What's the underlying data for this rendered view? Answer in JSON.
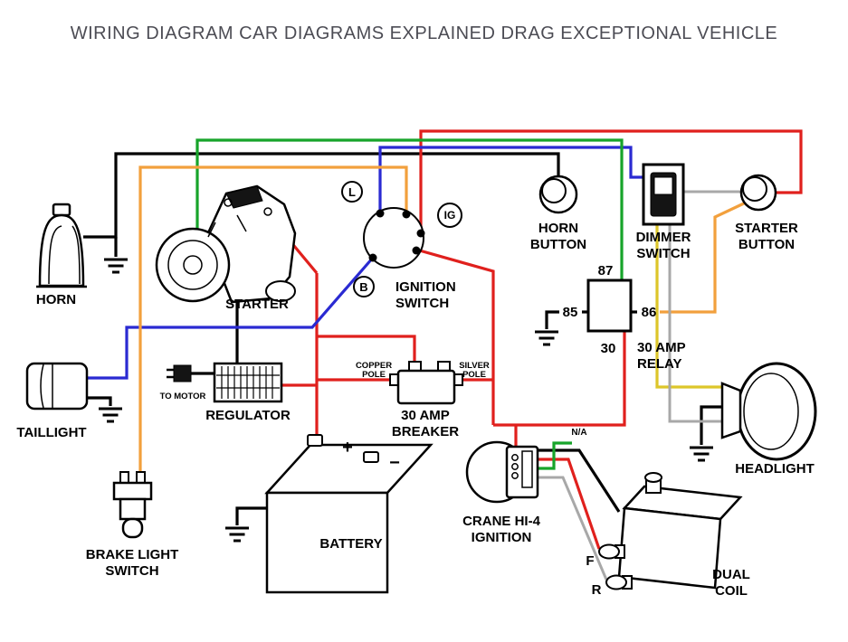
{
  "title": "WIRING DIAGRAM CAR DIAGRAMS EXPLAINED DRAG EXCEPTIONAL VEHICLE",
  "colors": {
    "red": "#e0201d",
    "blue": "#2a2ad2",
    "green": "#17a42a",
    "orange": "#f2a03d",
    "yellow": "#ddc62a",
    "gray": "#a8a8a8",
    "black": "#000000",
    "title_text": "#4c4c54"
  },
  "components": {
    "horn": {
      "label": "HORN"
    },
    "starter": {
      "label": "STARTER"
    },
    "ignition_switch": {
      "line1": "IGNITION",
      "line2": "SWITCH",
      "terminal_l": "L",
      "terminal_ig": "IG",
      "terminal_b": "B"
    },
    "horn_button": {
      "line1": "HORN",
      "line2": "BUTTON"
    },
    "dimmer_switch": {
      "line1": "DIMMER",
      "line2": "SWITCH"
    },
    "starter_button": {
      "line1": "STARTER",
      "line2": "BUTTON"
    },
    "relay": {
      "line1": "30 AMP",
      "line2": "RELAY",
      "pin_87": "87",
      "pin_85": "85",
      "pin_86": "86",
      "pin_30": "30"
    },
    "regulator": {
      "label": "REGULATOR",
      "to_motor": "TO MOTOR"
    },
    "breaker": {
      "line1": "30 AMP",
      "line2": "BREAKER",
      "copper_pole_line1": "COPPER",
      "copper_pole_line2": "POLE",
      "silver_pole_line1": "SILVER",
      "silver_pole_line2": "POLE"
    },
    "taillight": {
      "label": "TAILLIGHT"
    },
    "brake_light_switch": {
      "line1": "BRAKE LIGHT",
      "line2": "SWITCH"
    },
    "battery": {
      "label": "BATTERY",
      "plus": "+",
      "minus": "−"
    },
    "crane_ignition": {
      "line1": "CRANE HI-4",
      "line2": "IGNITION",
      "na": "N/A"
    },
    "dual_coil": {
      "line1": "DUAL",
      "line2": "COIL",
      "terminal_f": "F",
      "terminal_r": "R"
    },
    "headlight": {
      "label": "HEADLIGHT"
    }
  }
}
